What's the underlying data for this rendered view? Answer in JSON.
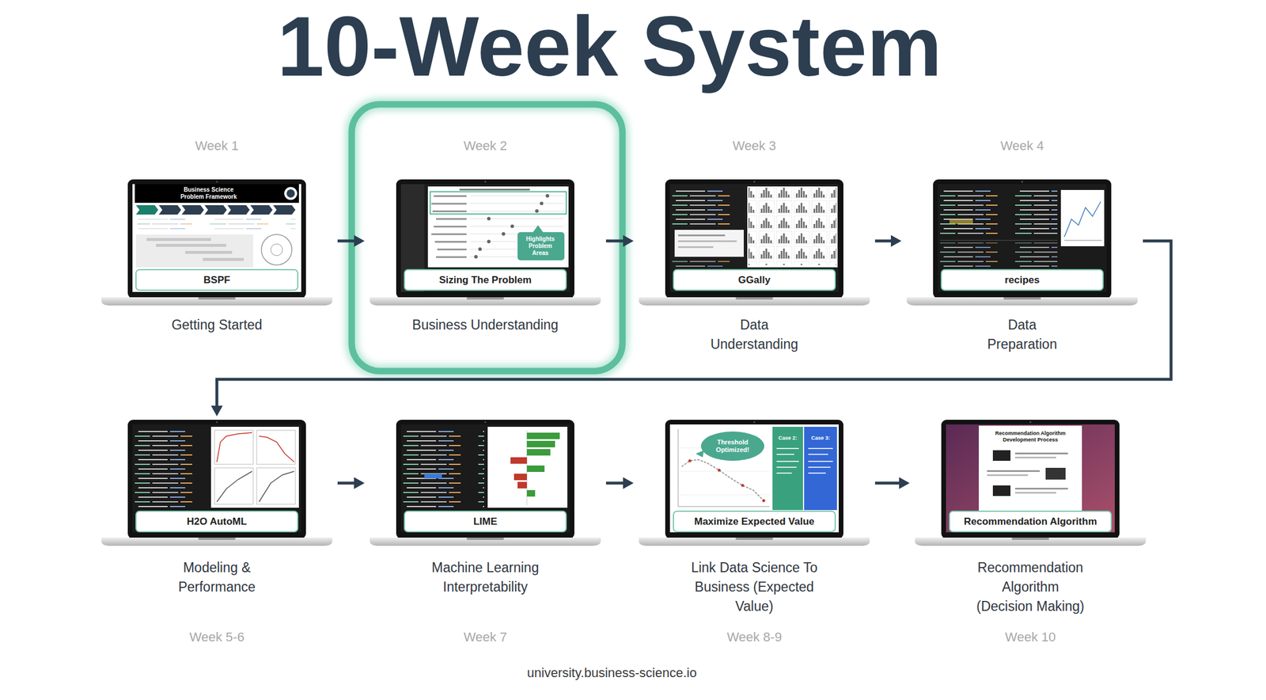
{
  "diagram": {
    "title": "10-Week System",
    "caption": "university.business-science.io",
    "nodes": [
      {
        "text": [
          "Week 1",
          "BSPF",
          "Getting Started"
        ]
      },
      {
        "text": [
          "Week 2",
          "Sizing The Problem",
          "Business Understanding"
        ]
      },
      {
        "text": [
          "Week 3",
          "GGally",
          "Data Understanding"
        ]
      },
      {
        "text": [
          "Week 4",
          "recipes",
          "Data Preparation"
        ]
      },
      {
        "text": [
          "H2O AutoML",
          "Modeling & Performance",
          "Week 5-6"
        ]
      },
      {
        "text": [
          "LIME",
          "Machine Learning Interpretability",
          "Week 7"
        ]
      },
      {
        "text": [
          "Maximize Expected Value",
          "Link Data Science To Business (Expected Value)",
          "Week 8-9"
        ]
      },
      {
        "text": [
          "Recommendation Algorithm",
          "Recommendation Algorithm (Decision Making)",
          "Week 10"
        ]
      }
    ],
    "edges": [
      {
        "from": 0,
        "to": 1,
        "arrow": "to"
      },
      {
        "from": 1,
        "to": 2,
        "arrow": "to"
      },
      {
        "from": 2,
        "to": 3,
        "arrow": "to"
      },
      {
        "from": 3,
        "to": 4,
        "arrow": "to"
      },
      {
        "from": 4,
        "to": 5,
        "arrow": "to"
      },
      {
        "from": 5,
        "to": 6,
        "arrow": "to"
      },
      {
        "from": 6,
        "to": 7,
        "arrow": "to"
      }
    ],
    "labels": [
      "Business Science Problem Framework",
      "Highlights Problem Areas",
      "Threshold Optimized!",
      "Case 2:",
      "Case 3:",
      "Recommendation Algorithm Development Process"
    ]
  }
}
